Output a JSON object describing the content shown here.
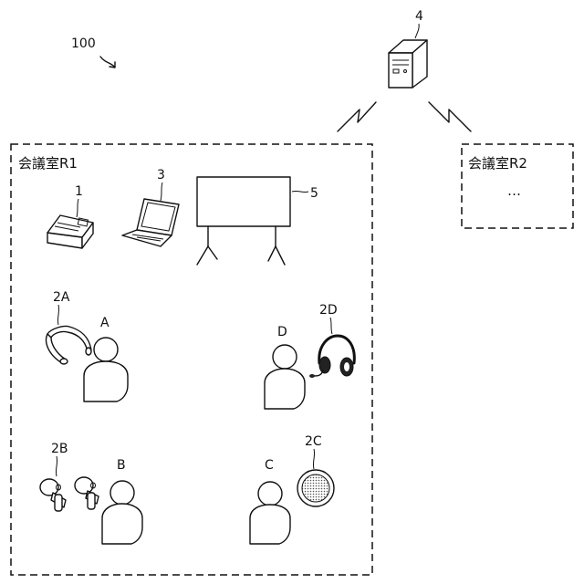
{
  "system_ref": "100",
  "server": {
    "ref": "4"
  },
  "rooms": [
    {
      "id": "R1",
      "label": "会議室R1"
    },
    {
      "id": "R2",
      "label": "会議室R2",
      "content": "…"
    }
  ],
  "devices": [
    {
      "ref": "1",
      "icon": "audio-hub-device-icon"
    },
    {
      "ref": "3",
      "icon": "laptop-icon"
    },
    {
      "ref": "5",
      "icon": "display-screen-icon"
    },
    {
      "ref": "2A",
      "icon": "neckband-speaker-icon"
    },
    {
      "ref": "2B",
      "icon": "earbuds-icon"
    },
    {
      "ref": "2C",
      "icon": "speakerphone-icon"
    },
    {
      "ref": "2D",
      "icon": "headset-icon"
    }
  ],
  "people": [
    {
      "label": "A"
    },
    {
      "label": "B"
    },
    {
      "label": "C"
    },
    {
      "label": "D"
    }
  ]
}
